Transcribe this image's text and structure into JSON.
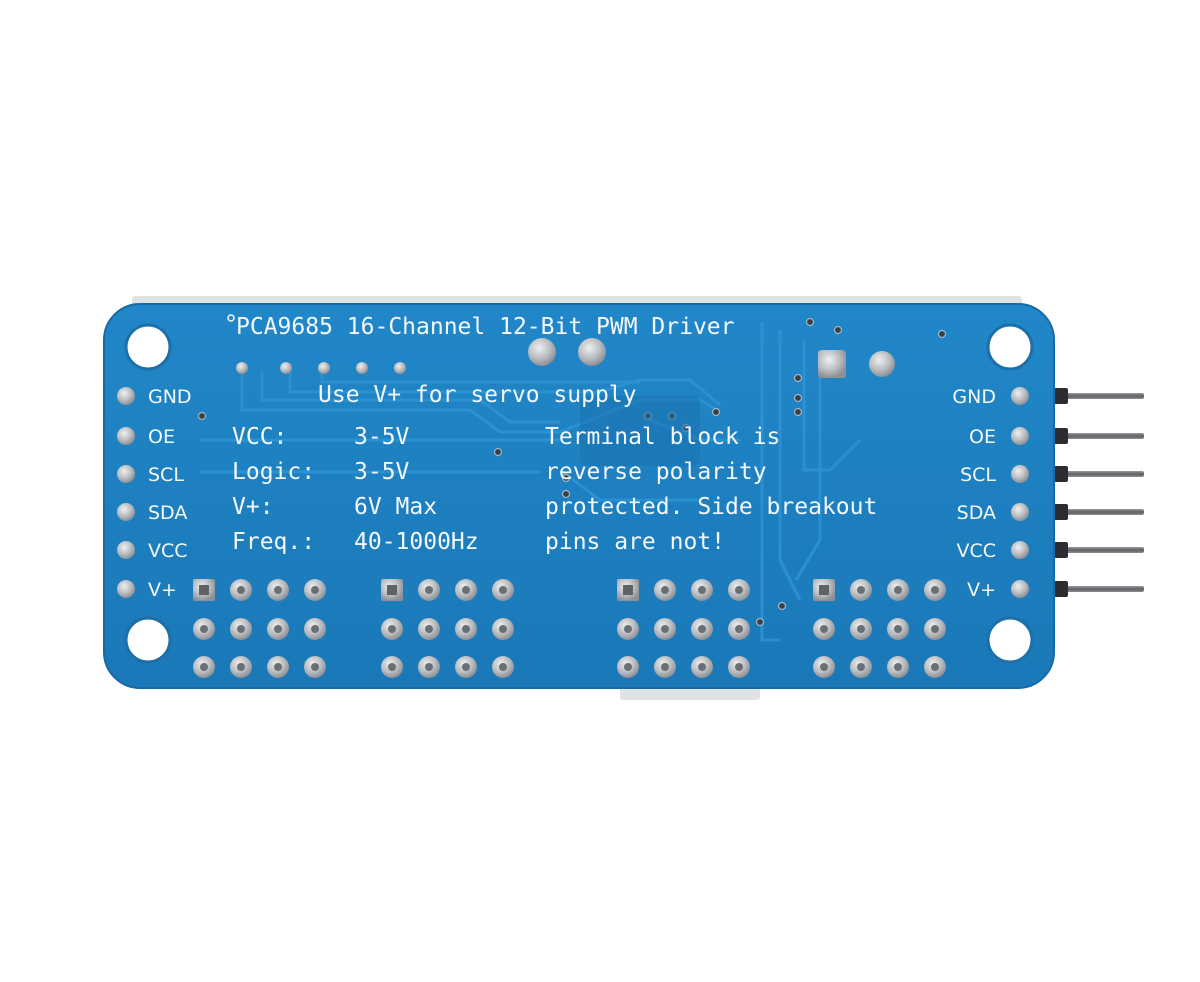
{
  "board": {
    "title": "PCA9685 16-Channel 12-Bit PWM Driver",
    "servo_note": "Use V+ for servo supply",
    "specs": [
      {
        "key": "VCC:",
        "value": "3-5V"
      },
      {
        "key": "Logic:",
        "value": "3-5V"
      },
      {
        "key": "V+:",
        "value": "6V Max"
      },
      {
        "key": "Freq.:",
        "value": "40-1000Hz"
      }
    ],
    "terminal_note": [
      "Terminal block is",
      "reverse polarity",
      "protected. Side breakout",
      "pins are not!"
    ],
    "left_pins": [
      "GND",
      "OE",
      "SCL",
      "SDA",
      "VCC",
      "V+"
    ],
    "right_pins": [
      "GND",
      "OE",
      "SCL",
      "SDA",
      "VCC",
      "V+"
    ]
  },
  "colors": {
    "pcb": "#1e7fc0",
    "pcb_edge": "#166aa6",
    "trace": "#2a8fd0",
    "silkscreen": "#f4f8fb",
    "pad": "#c9ccd0",
    "header_pin": "#7d7f82",
    "background": "#ffffff"
  }
}
